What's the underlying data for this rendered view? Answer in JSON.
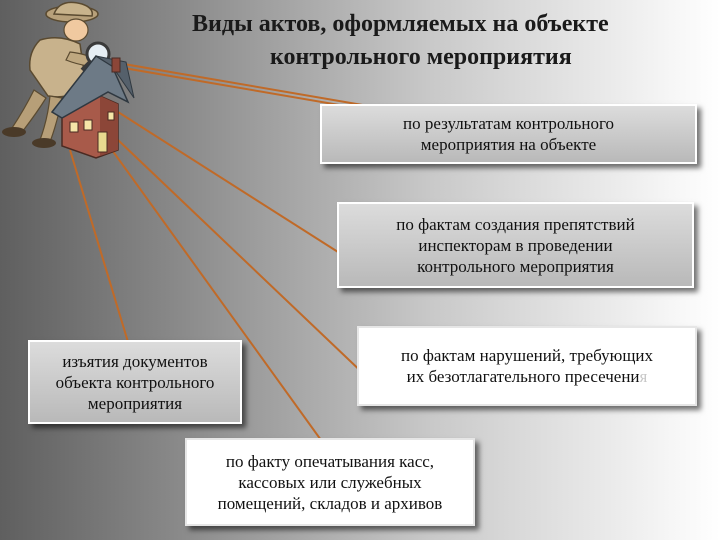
{
  "title": {
    "line1": "Виды актов, оформляемых на объекте",
    "line2": "контрольного мероприятия"
  },
  "boxes": {
    "results": "по результатам контрольного\nмероприятия на объекте",
    "obstacles": "по фактам создания препятствий\nинспекторам в проведении\nконтрольного мероприятия",
    "seizure": "изъятия документов\nобъекта контрольного\nмероприятия",
    "violations_main": "по фактам  нарушений, требующих\nих безотлагательного пресечени",
    "violations_tail": "я",
    "sealing": "по факту опечатывания касс,\nкассовых или служебных\nпомещений, складов и архивов"
  },
  "colors": {
    "connector": "#c06a28",
    "house_wall": "#a85a4a",
    "house_roof": "#6d7a86"
  },
  "icons": {
    "inspector": "detective-with-magnifier-icon",
    "house": "house-icon"
  }
}
